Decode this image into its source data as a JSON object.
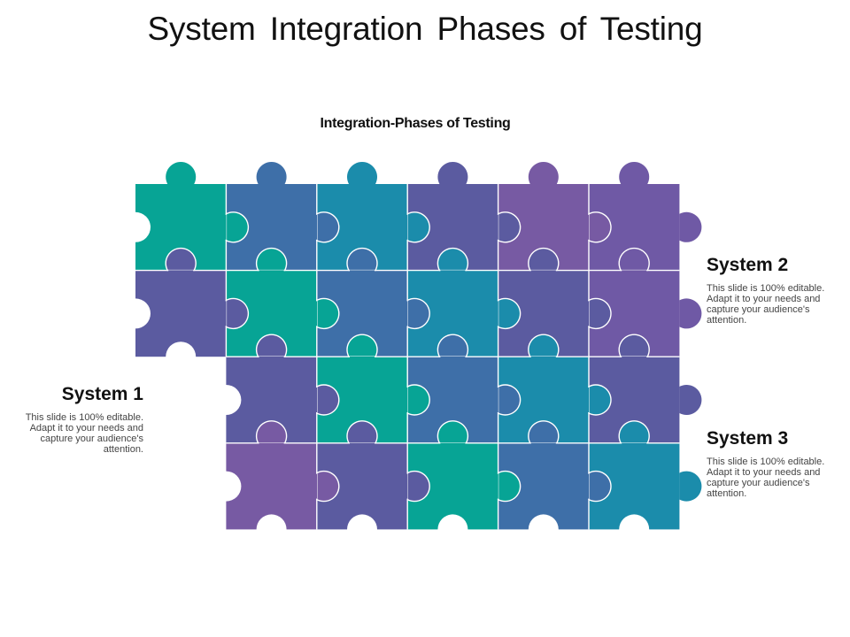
{
  "slide": {
    "title": "System Integration Phases of Testing",
    "subtitle": "Integration-Phases of Testing"
  },
  "systems": [
    {
      "label": "System 1",
      "description": "This slide is 100% editable. Adapt it to your needs and capture your audience's attention.",
      "position": "left"
    },
    {
      "label": "System 2",
      "description": "This slide is 100% editable. Adapt it to your needs and capture your audience's attention.",
      "position": "right-top"
    },
    {
      "label": "System 3",
      "description": "This slide is 100% editable. Adapt it to your needs and capture your audience's attention.",
      "position": "right-bottom"
    }
  ],
  "colors": {
    "teal": "#07a495",
    "blue": "#3e6fa8",
    "cyan": "#1b8cab",
    "indigo": "#5b5ba0",
    "purple": "#775aa3",
    "violet": "#6f59a5"
  },
  "puzzle": {
    "rows": [
      {
        "start_col": 0,
        "pieces": [
          "teal",
          "blue",
          "cyan",
          "indigo",
          "purple",
          "violet"
        ]
      },
      {
        "start_col": 0,
        "pieces": [
          "indigo",
          "teal",
          "blue",
          "cyan",
          "indigo",
          "violet"
        ]
      },
      {
        "start_col": 1,
        "pieces": [
          "indigo",
          "teal",
          "blue",
          "cyan",
          "indigo"
        ]
      },
      {
        "start_col": 1,
        "pieces": [
          "purple",
          "indigo",
          "teal",
          "blue",
          "cyan"
        ]
      }
    ]
  }
}
